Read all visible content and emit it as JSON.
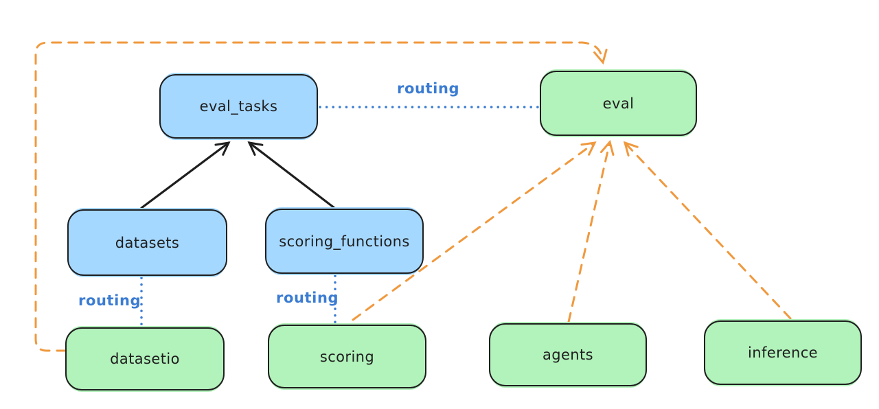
{
  "diagram": {
    "type": "flow-diagram",
    "colors": {
      "background": "#ffffff",
      "stroke": "#1e1e1e",
      "blue_fill": "#a5d8ff",
      "green_fill": "#b2f2bb",
      "routing_blue": "#3b7cd2",
      "provider_orange": "#f0993e"
    },
    "nodes": {
      "eval_tasks": {
        "label": "eval_tasks"
      },
      "eval": {
        "label": "eval"
      },
      "datasets": {
        "label": "datasets"
      },
      "scoring_functions": {
        "label": "scoring_functions"
      },
      "datasetio": {
        "label": "datasetio"
      },
      "scoring": {
        "label": "scoring"
      },
      "agents": {
        "label": "agents"
      },
      "inference": {
        "label": "inference"
      }
    },
    "edge_labels": {
      "eval_tasks_to_eval": "routing",
      "datasets_to_datasetio": "routing",
      "scoring_functions_to_scoring": "routing"
    }
  }
}
